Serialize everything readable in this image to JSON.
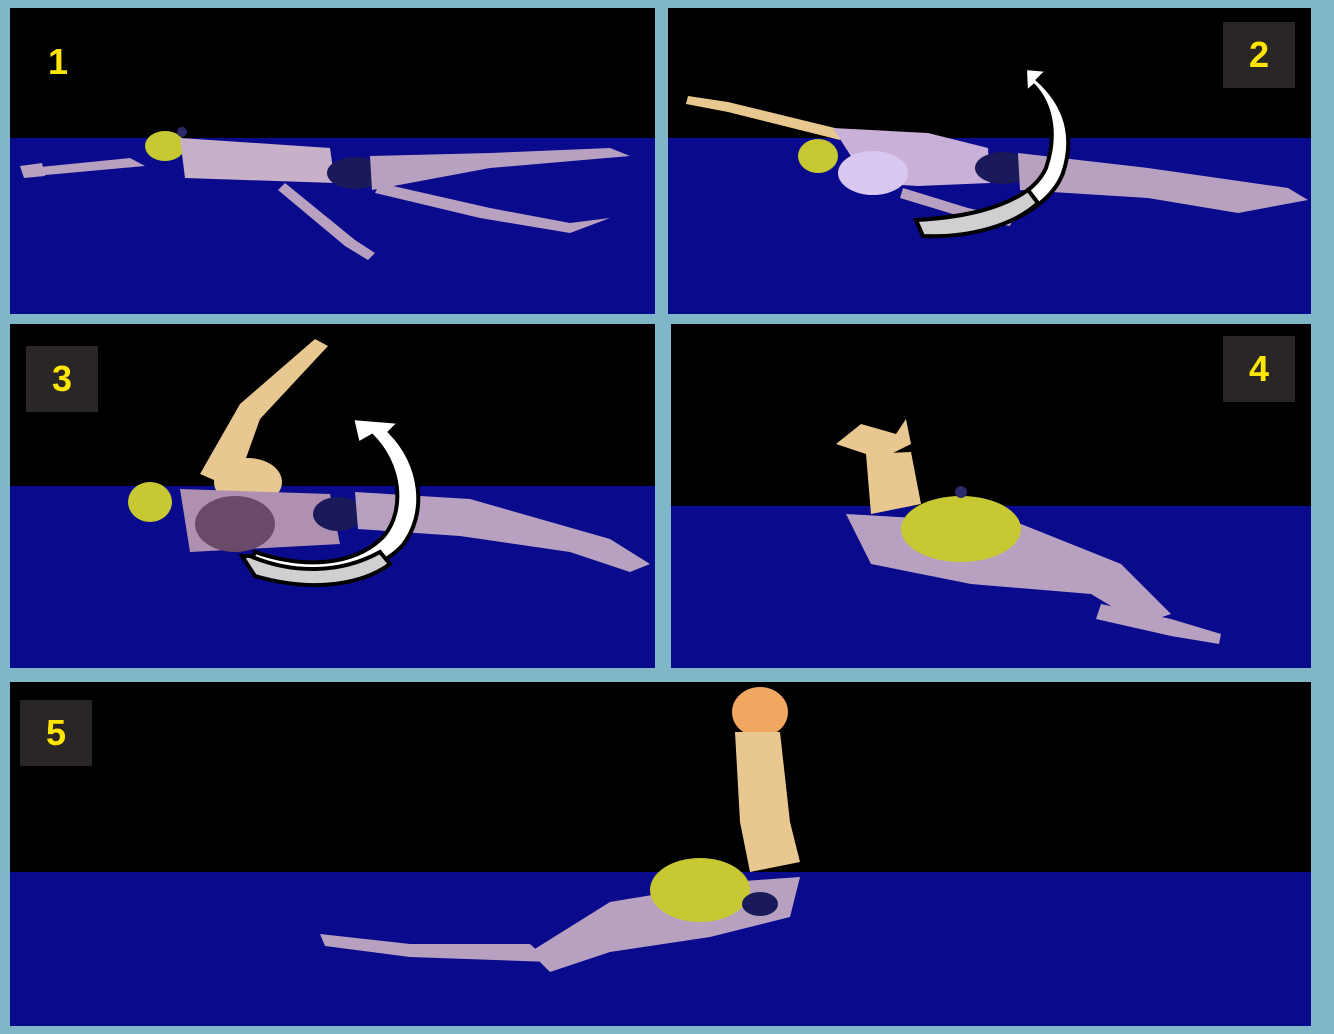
{
  "panels": [
    {
      "label": "1"
    },
    {
      "label": "2"
    },
    {
      "label": "3"
    },
    {
      "label": "4"
    },
    {
      "label": "5"
    }
  ],
  "colors": {
    "frame": "#7fb6c8",
    "sky": "#000000",
    "water": "#0a0a8c",
    "cap": "#c8c833",
    "skin": "#e8c890",
    "body_submerged": "#b8a0c0",
    "swimsuit": "#1a1a5a",
    "arrow_fill": "#d0d0d0",
    "label_text": "#ffe600",
    "label_box": "#2a2626"
  },
  "icons": [
    "rotation-arrow-icon"
  ]
}
